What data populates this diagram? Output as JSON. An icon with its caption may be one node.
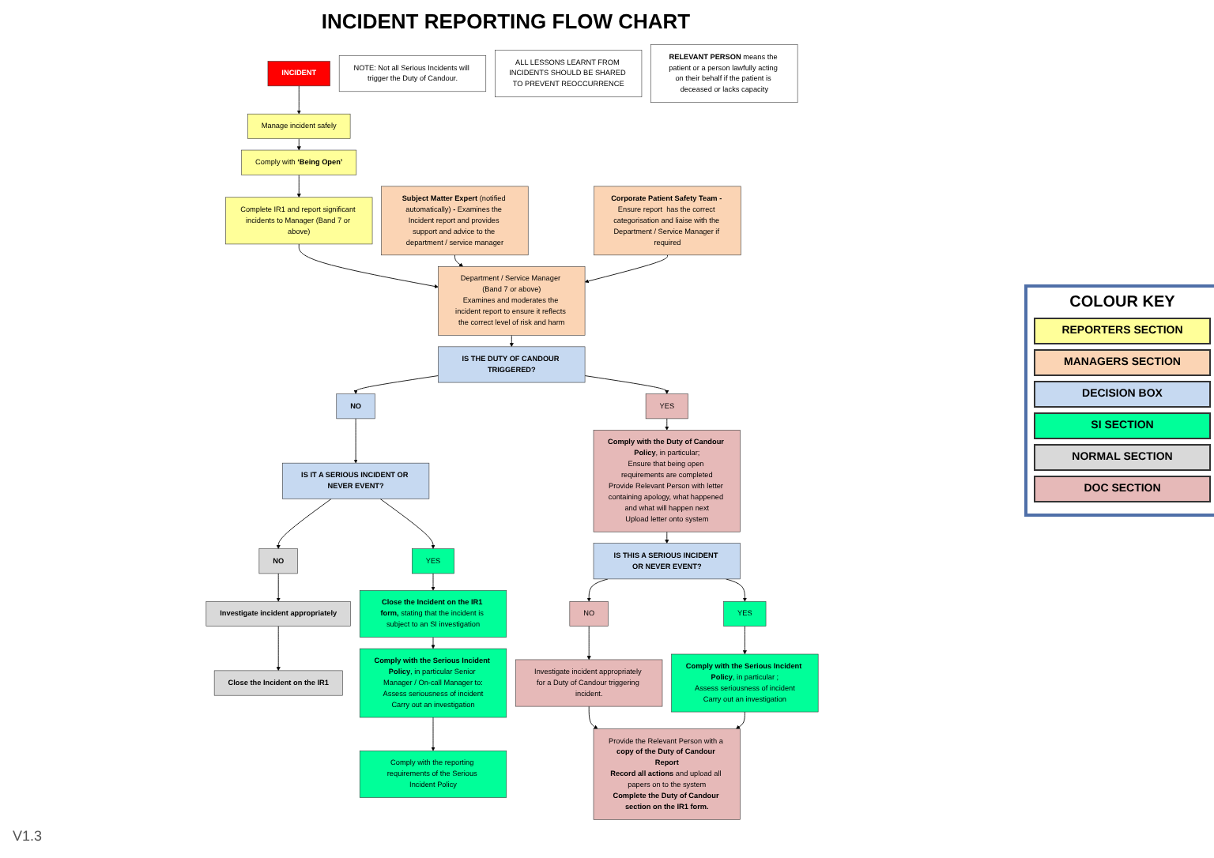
{
  "diagram": {
    "title": "INCIDENT REPORTING FLOW CHART",
    "nodes": [
      {
        "text": [
          "INCIDENT"
        ]
      },
      {
        "text": [
          "Manage incident safely"
        ]
      },
      {
        "text": [
          "Comply with **‘Being Open’**"
        ]
      },
      {
        "text": [
          "Complete IR1 and report significant incidents to Manager (Band 7 or above)"
        ]
      },
      {
        "text": [
          "Department / Service Manager (Band 7 or above)",
          "Examines and moderates the incident report to ensure it reflects the correct level of risk and harm"
        ]
      },
      {
        "text": [
          "**Subject Matter Expert** (notified automatically) **-** Examines the Incident report and provides support and advice to the department / service manager"
        ]
      },
      {
        "text": [
          "**Corporate Patient Safety Team -** Ensure report  has the correct categorisation and liaise with the Department / Service Manager if required"
        ]
      },
      {
        "text": [
          "IS THE DUTY OF CANDOUR TRIGGERED?"
        ]
      },
      {
        "text": [
          "NO"
        ]
      },
      {
        "text": [
          "IS IT A SERIOUS INCIDENT OR NEVER EVENT?"
        ]
      },
      {
        "text": [
          "NO"
        ]
      },
      {
        "text": [
          "YES"
        ]
      },
      {
        "text": [
          "NOTE: Not all Serious Incidents will trigger the Duty of Candour."
        ]
      },
      {
        "text": [
          "YES"
        ]
      },
      {
        "text": [
          "Investigate incident appropriately"
        ]
      },
      {
        "text": [
          "**Comply with the Duty of Candour Policy**, in particular;",
          "Ensure that being open requirements are completed",
          "Provide Relevant Person with letter containing apology, what happened and what will happen next",
          "Upload letter onto system"
        ]
      },
      {
        "text": [
          "**Close the Incident on the IR1 form,** stating that the incident is subject to an SI investigation"
        ]
      },
      {
        "text": [
          "Close the Incident on the IR1"
        ]
      },
      {
        "text": [
          "**Comply with the Serious Incident Policy**, in particular Senior Manager / On-call Manager to:",
          "Assess seriousness of incident",
          "Carry out an investigation"
        ]
      },
      {
        "text": [
          "IS THIS A SERIOUS INCIDENT OR NEVER EVENT?"
        ]
      },
      {
        "text": [
          "NO"
        ]
      },
      {
        "text": [
          "YES"
        ]
      },
      {
        "text": [
          "Comply with the reporting requirements of the Serious Incident Policy"
        ]
      },
      {
        "text": [
          "Investigate incident appropriately for a Duty of Candour triggering incident."
        ]
      },
      {
        "text": [
          "**Comply with the Serious Incident Policy**, in particular ;",
          "Assess seriousness of incident",
          "Carry out an investigation"
        ]
      },
      {
        "text": [
          "ALL LESSONS LEARNT FROM INCIDENTS SHOULD BE SHARED TO PREVENT REOCCURRENCE"
        ]
      },
      {
        "text": [
          "Provide the Relevant Person with a **copy of the Duty of Candour Report**",
          "**Record all actions** and upload all papers on to the system",
          "**Complete the Duty of Candour section on the IR1 form.**"
        ]
      },
      {
        "text": [
          "**RELEVANT PERSON** means the patient or a person lawfully acting on their behalf if the patient is deceased or lacks capacity"
        ]
      }
    ],
    "edges": [
      {
        "from": 0,
        "to": 1,
        "arrow": "to"
      },
      {
        "from": 1,
        "to": 2,
        "arrow": "to"
      },
      {
        "from": 2,
        "to": 3,
        "arrow": "to"
      },
      {
        "from": 3,
        "to": 4,
        "arrow": "to"
      },
      {
        "from": 5,
        "to": 4,
        "arrow": "to"
      },
      {
        "from": 6,
        "to": 4,
        "arrow": "to"
      },
      {
        "from": 4,
        "to": 7,
        "arrow": "to"
      },
      {
        "from": 7,
        "to": 8,
        "arrow": "to"
      },
      {
        "from": 8,
        "to": 9,
        "arrow": "to"
      },
      {
        "from": 9,
        "to": 10,
        "arrow": "to"
      },
      {
        "from": 7,
        "to": 11,
        "arrow": "to"
      },
      {
        "from": 9,
        "to": 13,
        "arrow": "to"
      },
      {
        "from": 10,
        "to": 14,
        "arrow": "to"
      },
      {
        "from": 11,
        "to": 15,
        "arrow": "to"
      },
      {
        "from": 13,
        "to": 16,
        "arrow": "to"
      },
      {
        "from": 14,
        "to": 17,
        "arrow": "to"
      },
      {
        "from": 16,
        "to": 18,
        "arrow": "to"
      },
      {
        "from": 15,
        "to": 19,
        "arrow": "to"
      },
      {
        "from": 19,
        "to": 20,
        "arrow": "to"
      },
      {
        "from": 19,
        "to": 21,
        "arrow": "to"
      },
      {
        "from": 18,
        "to": 22,
        "arrow": "to"
      },
      {
        "from": 20,
        "to": 23,
        "arrow": "to"
      },
      {
        "from": 21,
        "to": 24,
        "arrow": "to"
      },
      {
        "from": 23,
        "to": 26,
        "arrow": "to"
      },
      {
        "from": 24,
        "to": 26,
        "arrow": "to"
      }
    ],
    "labels": [
      "V1.3",
      "COLOUR KEY"
    ],
    "legend": [
      {
        "text": "REPORTERS SECTION",
        "color": "#ffff99"
      },
      {
        "text": "MANAGERS SECTION",
        "color": "#fbd4b4"
      },
      {
        "text": "DECISION BOX",
        "color": "#c6d9f1"
      },
      {
        "text": "SI SECTION",
        "color": "#00ff99"
      },
      {
        "text": "NORMAL SECTION",
        "color": "#d9d9d9"
      },
      {
        "text": "DOC SECTION",
        "color": "#e6b9b8"
      }
    ]
  }
}
